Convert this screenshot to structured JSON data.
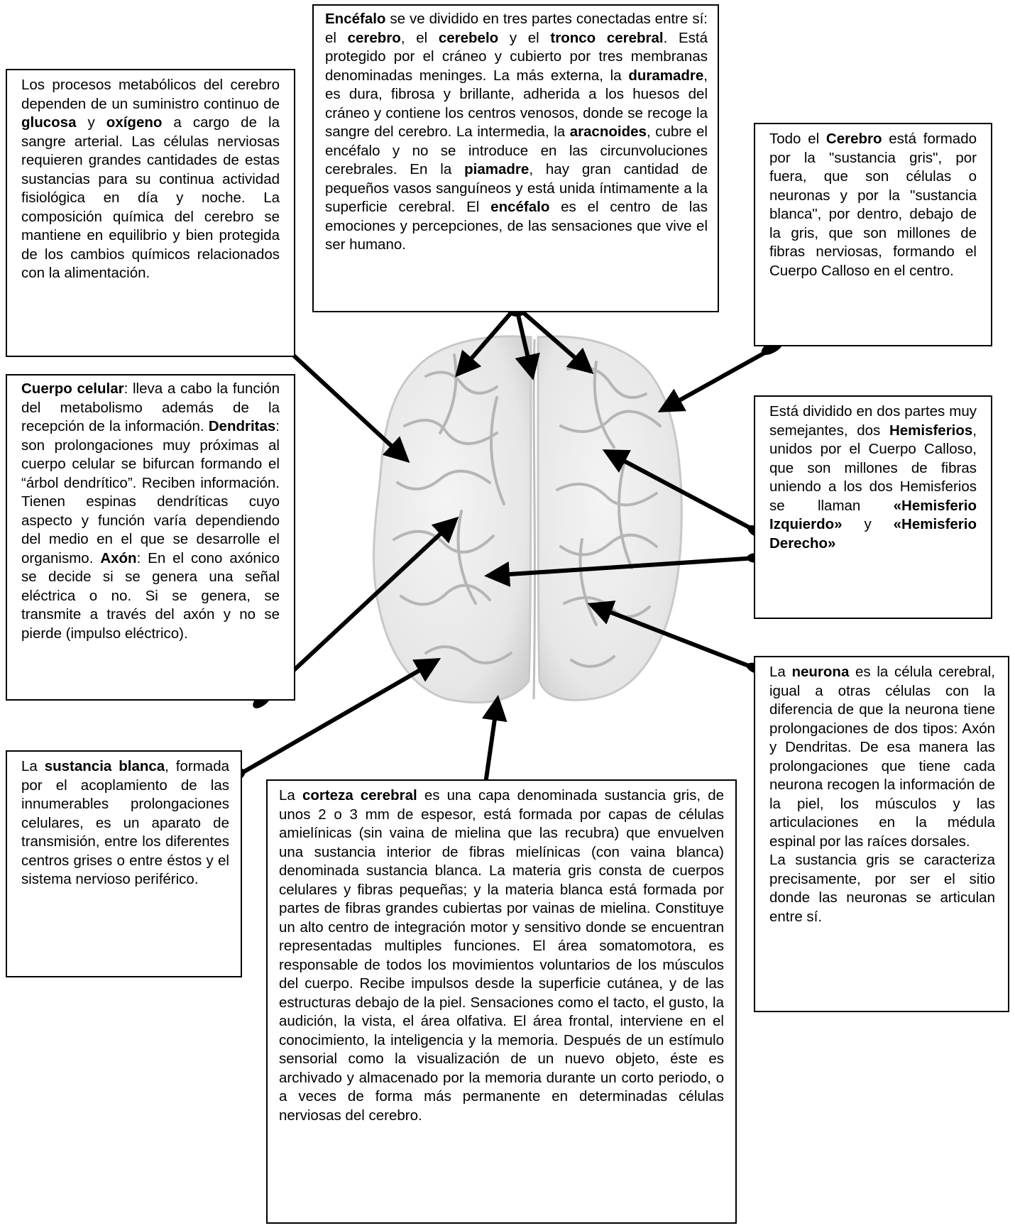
{
  "boxes": {
    "metabolism": [
      {
        "t": "Los procesos metabólicos del cerebro dependen de un suministro continuo de "
      },
      {
        "t": "glucosa",
        "b": true
      },
      {
        "t": " y "
      },
      {
        "t": "oxígeno",
        "b": true
      },
      {
        "t": " a cargo de la sangre arterial. Las células nerviosas requieren grandes cantidades de estas sustancias para su continua actividad fisiológica en día y noche. La composición química del cerebro se mantiene en equilibrio y bien protegida de los cambios químicos relacionados con la alimentación."
      }
    ],
    "encephalon": [
      {
        "t": "Encéfalo",
        "b": true
      },
      {
        "t": " se ve dividido en tres partes conectadas entre sí: el "
      },
      {
        "t": "cerebro",
        "b": true
      },
      {
        "t": ", el "
      },
      {
        "t": "cerebelo",
        "b": true
      },
      {
        "t": " y el "
      },
      {
        "t": "tronco cerebral",
        "b": true
      },
      {
        "t": ". Está protegido por el cráneo y cubierto por tres membranas denominadas meninges. La más externa, la "
      },
      {
        "t": "duramadre",
        "b": true
      },
      {
        "t": ", es dura, fibrosa y brillante, adherida a los huesos del cráneo y contiene los centros venosos, donde se recoge la sangre del cerebro. La intermedia, la "
      },
      {
        "t": "aracnoides",
        "b": true
      },
      {
        "t": ", cubre el encéfalo y no se introduce en las circunvoluciones cerebrales. En la "
      },
      {
        "t": "piamadre",
        "b": true
      },
      {
        "t": ", hay gran cantidad de pequeños vasos sanguíneos y está unida íntimamente a la superficie cerebral. El "
      },
      {
        "t": "encéfalo",
        "b": true
      },
      {
        "t": " es el centro de las emociones y percepciones, de las sensaciones que vive el ser humano."
      }
    ],
    "cerebrum": [
      {
        "t": "Todo el "
      },
      {
        "t": "Cerebro",
        "b": true
      },
      {
        "t": " está formado por la \"sustancia gris\", por fuera, que son células o neuronas y por la \"sustancia blanca\", por dentro, debajo de la gris, que son millones de fibras nerviosas, formando el Cuerpo Calloso en el centro."
      }
    ],
    "cell_body": [
      {
        "t": "Cuerpo celular",
        "b": true
      },
      {
        "t": ": lleva a cabo la función del metabolismo además de la recepción de la información. "
      },
      {
        "t": "Dendritas",
        "b": true
      },
      {
        "t": ": son prolongaciones muy próximas al cuerpo celular se bifurcan formando el “árbol dendrítico”. Reciben información. Tienen espinas dendríticas cuyo aspecto y función varía dependiendo del medio en el que se desarrolle el organismo. "
      },
      {
        "t": "Axón",
        "b": true
      },
      {
        "t": ": En el cono axónico se decide si se genera una señal eléctrica o no. Si se genera, se transmite a través del axón y no se pierde (impulso eléctrico)."
      }
    ],
    "hemispheres": [
      {
        "t": "Está dividido en dos partes muy semejantes, dos "
      },
      {
        "t": "Hemisferios",
        "b": true
      },
      {
        "t": ", unidos por el Cuerpo Calloso, que son millones de fibras uniendo a los dos Hemisferios se llaman "
      },
      {
        "t": "«Hemisferio Izquierdo»",
        "b": true
      },
      {
        "t": " y "
      },
      {
        "t": "«Hemisferio Derecho»",
        "b": true
      }
    ],
    "white_matter": [
      {
        "t": "La "
      },
      {
        "t": "sustancia blanca",
        "b": true
      },
      {
        "t": ", formada por el acoplamiento de las innumerables prolongaciones celulares, es un aparato de transmisión, entre los diferentes centros grises o entre éstos y el sistema nervioso periférico."
      }
    ],
    "neuron": [
      {
        "t": "La "
      },
      {
        "t": "neurona",
        "b": true
      },
      {
        "t": " es la célula cerebral, igual a otras células con la diferencia de que la neurona tiene prolongaciones de dos tipos: Axón y Dendritas. De esa manera las prolongaciones que tiene cada neurona recogen la información de la piel, los músculos y las articulaciones en la médula espinal por las raíces dorsales."
      },
      {
        "br": true
      },
      {
        "t": "La sustancia gris se caracteriza precisamente, por ser el sitio donde las neuronas se articulan entre sí."
      }
    ],
    "cortex": [
      {
        "t": "La "
      },
      {
        "t": "corteza cerebral",
        "b": true
      },
      {
        "t": " es una capa denominada sustancia gris, de unos 2 o 3 mm de espesor, está formada por capas de células amielínicas (sin vaina de mielina que las recubra) que envuelven una sustancia interior de fibras mielínicas (con vaina blanca) denominada sustancia blanca. La materia gris consta de cuerpos celulares y fibras pequeñas; y la materia blanca está formada por partes de fibras grandes cubiertas por vainas de mielina. Constituye un alto centro de integración motor y sensitivo donde se encuentran representadas multiples funciones. El área somatomotora, es responsable de todos los movimientos voluntarios de los músculos del cuerpo. Recibe impulsos desde la superficie cutánea, y de las estructuras debajo de la piel. Sensaciones como el tacto, el gusto, la audición, la vista, el área olfativa. El área frontal, interviene en el conocimiento, la inteligencia y la memoria. Después de un estímulo sensorial como la visualización de un nuevo objeto, éste es archivado y almacenado por la memoria durante un corto periodo, o a veces de forma más permanente en determinadas células nerviosas del cerebro."
      }
    ]
  }
}
